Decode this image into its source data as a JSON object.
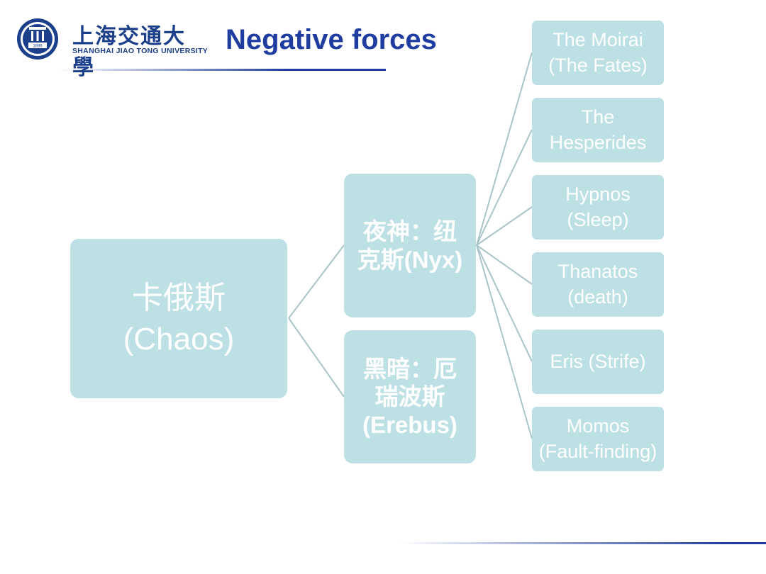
{
  "header": {
    "university_cn": "上海交通大學",
    "university_en": "SHANGHAI JIAO TONG UNIVERSITY",
    "seal_year": "1896",
    "title": "Negative forces"
  },
  "diagram": {
    "root": "卡俄斯\n(Chaos)",
    "children": [
      {
        "label": "夜神：纽\n克斯(Nyx)",
        "children": [
          "The Moirai\n(The Fates)",
          "The\nHesperides",
          "Hypnos\n(Sleep)",
          "Thanatos\n(death)",
          "Eris (Strife)",
          "Momos\n(Fault-finding)"
        ]
      },
      {
        "label": "黑暗：厄\n瑞波斯\n(Erebus)",
        "children": []
      }
    ]
  },
  "colors": {
    "node_fill": "#bde0e4",
    "node_text": "#ffffff",
    "connector": "#a9c5c9",
    "title": "#1f3da0",
    "logo": "#1b3f8a"
  }
}
